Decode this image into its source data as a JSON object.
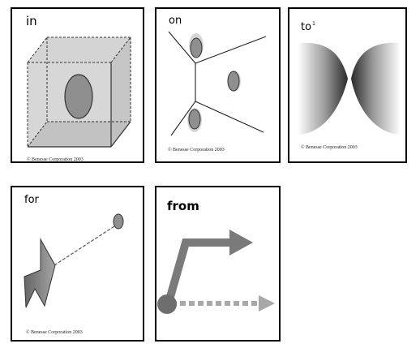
{
  "cards": [
    {
      "word": "in",
      "copyright": "© Benesse Corporation 2003"
    },
    {
      "word": "on",
      "copyright": "© Benesse Corporation 2003"
    },
    {
      "word": "to",
      "superscript": "1",
      "copyright": "© Benesse Corporation 2003"
    },
    {
      "word": "for",
      "copyright": "© Benesse Corporation 2003"
    },
    {
      "word": "from"
    }
  ],
  "colors": {
    "border": "#000000",
    "gray_fill": "#cfcfcf",
    "ball": "#8a8a8a",
    "arrow_dark": "#777777",
    "arrow_light": "#a8a8a8"
  }
}
